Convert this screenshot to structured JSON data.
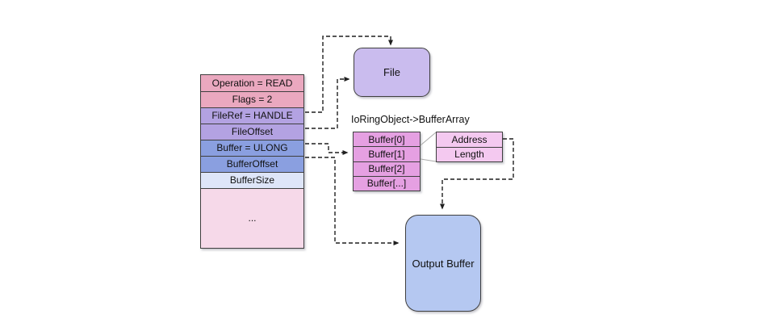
{
  "colors": {
    "pink": "#eaa8bf",
    "purple": "#b3a2e2",
    "blue": "#8a9fe0",
    "lightblue": "#dee5f8",
    "lightpink": "#f6d9e9",
    "orchid": "#e5a0e2",
    "orchid_light": "#f4c9f0",
    "file_fill": "#cabcee",
    "output_fill": "#b5c8f1",
    "border": "#3f3f3f",
    "arrow": "#1f1f1f",
    "connector": "#aaaaaa",
    "text": "#111111"
  },
  "request_table": {
    "rows": [
      {
        "label": "Operation = READ",
        "tone": "pink"
      },
      {
        "label": "Flags = 2",
        "tone": "pink"
      },
      {
        "label": "FileRef = HANDLE",
        "tone": "purple"
      },
      {
        "label": "FileOffset",
        "tone": "purple"
      },
      {
        "label": "Buffer = ULONG",
        "tone": "blue"
      },
      {
        "label": "BufferOffset",
        "tone": "blue"
      },
      {
        "label": "BufferSize",
        "tone": "lightblue"
      },
      {
        "label": "...",
        "tone": "lightpink"
      }
    ]
  },
  "file_box": {
    "label": "File"
  },
  "buffer_array": {
    "title": "IoRingObject->BufferArray",
    "cells": [
      "Buffer[0]",
      "Buffer[1]",
      "Buffer[2]",
      "Buffer[...]"
    ]
  },
  "buffer_entry_detail": {
    "cells": [
      "Address",
      "Length"
    ]
  },
  "output_buffer_box": {
    "label": "Output Buffer"
  },
  "arrows": [
    {
      "from": "FileRef = HANDLE",
      "to": "File"
    },
    {
      "from": "FileOffset",
      "to": "File"
    },
    {
      "from": "Buffer = ULONG",
      "to": "Buffer[1]"
    },
    {
      "from": "BufferOffset",
      "to": "Output Buffer"
    },
    {
      "from": "Address",
      "to": "Output Buffer"
    },
    {
      "from": "Buffer[1]",
      "to": "Address/Length",
      "style": "expansion"
    }
  ]
}
